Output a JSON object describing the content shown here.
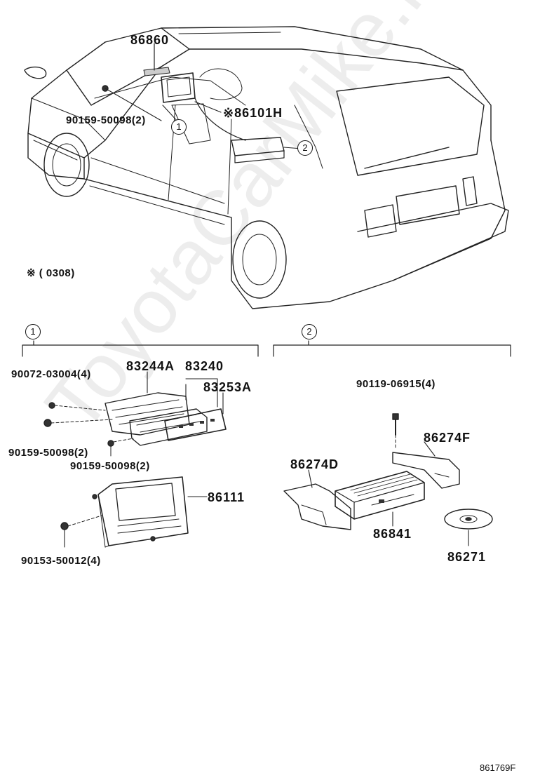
{
  "labels": {
    "p86860": "86860",
    "p90159_top": "90159-50098(2)",
    "p86101h": "※86101H",
    "note": "※ (      0308)",
    "p90072": "90072-03004(4)",
    "p83244a": "83244A",
    "p83240": "83240",
    "p83253a": "83253A",
    "p90159_mid_a": "90159-50098(2)",
    "p90159_mid_b": "90159-50098(2)",
    "p86111": "86111",
    "p90153": "90153-50012(4)",
    "p90119": "90119-06915(4)",
    "p86274f": "86274F",
    "p86274d": "86274D",
    "p86841": "86841",
    "p86271": "86271",
    "diagram_code": "861769F"
  },
  "callouts": {
    "c1_top": "1",
    "c2_top": "2",
    "c1_section": "1",
    "c2_section": "2"
  },
  "watermark": "ToyotaCarMike.ru"
}
